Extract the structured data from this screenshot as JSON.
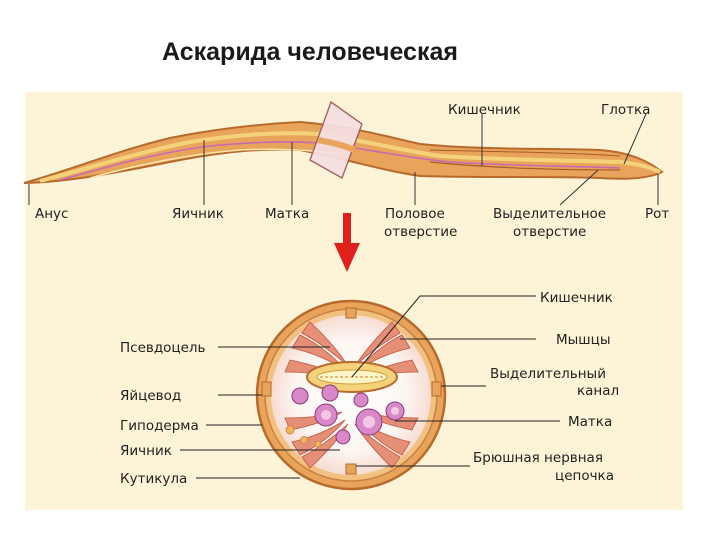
{
  "title": "Аскарида человеческая",
  "top_labels": {
    "intestine": "Кишечник",
    "pharynx": "Глотка",
    "anus": "Анус",
    "ovary": "Яичник",
    "uterus": "Матка",
    "genital_1": "Половое",
    "genital_2": "отверстие",
    "excretory_1": "Выделительное",
    "excretory_2": "отверстие",
    "mouth": "Рот"
  },
  "section_labels": {
    "intestine": "Кишечник",
    "muscles": "Мышцы",
    "pseudocoel": "Псевдоцель",
    "canal_1": "Выделительный",
    "canal_2": "канал",
    "oviduct": "Яйцевод",
    "uterus": "Матка",
    "hypodermis": "Гиподерма",
    "ovary": "Яичник",
    "nerve_1": "Брюшная нервная",
    "nerve_2": "цепочка",
    "cuticle": "Кутикула"
  },
  "colors": {
    "panel": "#fdf3d6",
    "body": "#e9a45c",
    "body_dark": "#b8692c",
    "intestine": "#f3d27a",
    "muscle": "#e58f76",
    "arrow": "#e0201a",
    "organ": "#c86ab0"
  }
}
